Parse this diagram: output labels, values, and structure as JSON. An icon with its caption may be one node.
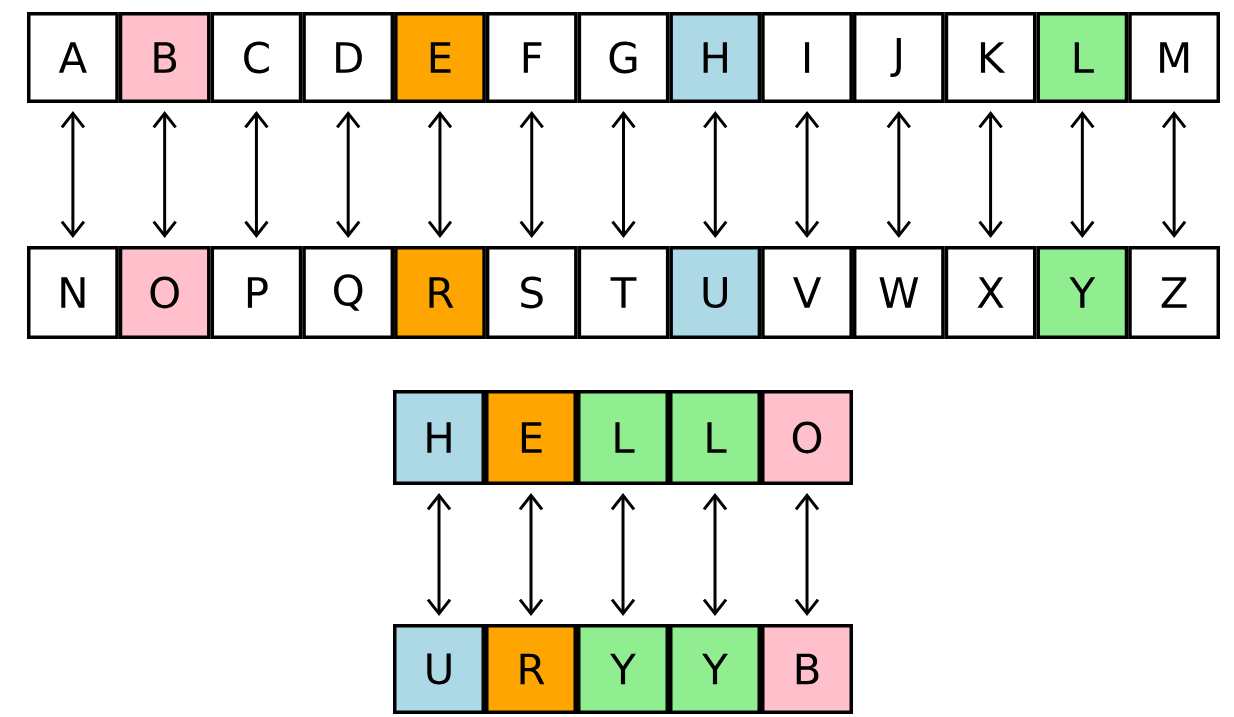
{
  "diagram": {
    "nodes": [
      {
        "text": [
          "A"
        ]
      },
      {
        "text": [
          "B"
        ]
      },
      {
        "text": [
          "C"
        ]
      },
      {
        "text": [
          "D"
        ]
      },
      {
        "text": [
          "E"
        ]
      },
      {
        "text": [
          "F"
        ]
      },
      {
        "text": [
          "G"
        ]
      },
      {
        "text": [
          "H"
        ]
      },
      {
        "text": [
          "I"
        ]
      },
      {
        "text": [
          "J"
        ]
      },
      {
        "text": [
          "K"
        ]
      },
      {
        "text": [
          "L"
        ]
      },
      {
        "text": [
          "M"
        ]
      },
      {
        "text": [
          "N"
        ]
      },
      {
        "text": [
          "O"
        ]
      },
      {
        "text": [
          "P"
        ]
      },
      {
        "text": [
          "Q"
        ]
      },
      {
        "text": [
          "R"
        ]
      },
      {
        "text": [
          "S"
        ]
      },
      {
        "text": [
          "T"
        ]
      },
      {
        "text": [
          "U"
        ]
      },
      {
        "text": [
          "V"
        ]
      },
      {
        "text": [
          "W"
        ]
      },
      {
        "text": [
          "X"
        ]
      },
      {
        "text": [
          "Y"
        ]
      },
      {
        "text": [
          "Z"
        ]
      },
      {
        "text": [
          "H"
        ]
      },
      {
        "text": [
          "E"
        ]
      },
      {
        "text": [
          "L"
        ]
      },
      {
        "text": [
          "L"
        ]
      },
      {
        "text": [
          "O"
        ]
      },
      {
        "text": [
          "U"
        ]
      },
      {
        "text": [
          "R"
        ]
      },
      {
        "text": [
          "Y"
        ]
      },
      {
        "text": [
          "Y"
        ]
      },
      {
        "text": [
          "B"
        ]
      }
    ],
    "edges": [
      {
        "from": 0,
        "to": 13,
        "arrow": "both"
      },
      {
        "from": 1,
        "to": 14,
        "arrow": "both"
      },
      {
        "from": 2,
        "to": 15,
        "arrow": "both"
      },
      {
        "from": 3,
        "to": 16,
        "arrow": "both"
      },
      {
        "from": 4,
        "to": 17,
        "arrow": "both"
      },
      {
        "from": 5,
        "to": 18,
        "arrow": "both"
      },
      {
        "from": 6,
        "to": 19,
        "arrow": "both"
      },
      {
        "from": 7,
        "to": 20,
        "arrow": "both"
      },
      {
        "from": 8,
        "to": 21,
        "arrow": "both"
      },
      {
        "from": 9,
        "to": 22,
        "arrow": "both"
      },
      {
        "from": 10,
        "to": 23,
        "arrow": "both"
      },
      {
        "from": 11,
        "to": 24,
        "arrow": "both"
      },
      {
        "from": 12,
        "to": 25,
        "arrow": "both"
      },
      {
        "from": 26,
        "to": 31,
        "arrow": "both"
      },
      {
        "from": 27,
        "to": 32,
        "arrow": "both"
      },
      {
        "from": 28,
        "to": 33,
        "arrow": "both"
      },
      {
        "from": 29,
        "to": 34,
        "arrow": "both"
      },
      {
        "from": 30,
        "to": 35,
        "arrow": "both"
      }
    ]
  }
}
